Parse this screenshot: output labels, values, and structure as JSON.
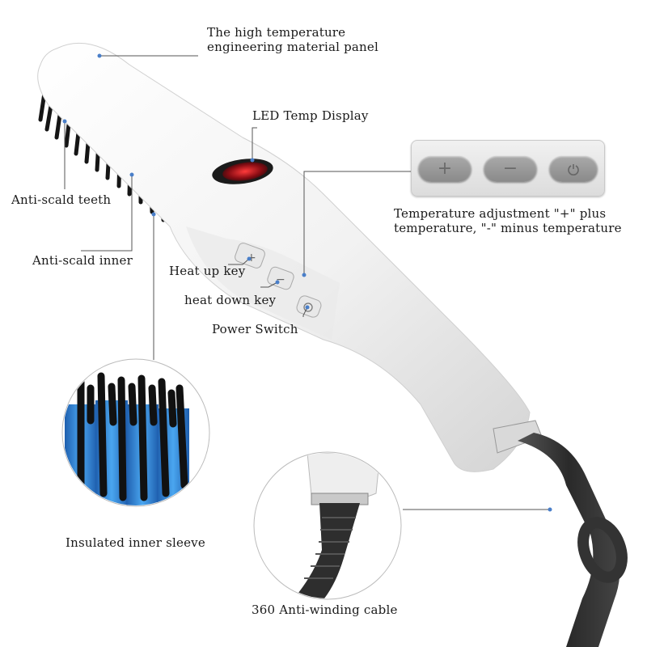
{
  "labels": {
    "panel_material_line1": "The high temperature",
    "panel_material_line2": "engineering material panel",
    "led_display": "LED Temp Display",
    "anti_scald_teeth": "Anti-scald teeth",
    "anti_scald_inner": "Anti-scald inner",
    "heat_up_key": "Heat up key",
    "heat_down_key": "heat down key",
    "power_switch": "Power Switch",
    "temp_adjust_line1": "Temperature adjustment \"+\" plus",
    "temp_adjust_line2": "temperature, \"-\" minus temperature",
    "insulated_sleeve": "Insulated inner sleeve",
    "anti_winding_cable": "360 Anti-winding cable"
  },
  "control_panel": {
    "plus_symbol": "+",
    "minus_symbol": "−",
    "power_icon": "power-icon"
  },
  "colors": {
    "body_white": "#f4f4f4",
    "bristle_black": "#151515",
    "inner_blue": "#2f86d6",
    "led_red": "#e0202a",
    "cable_gray": "#3a3a3a",
    "leader_line": "#555555"
  }
}
